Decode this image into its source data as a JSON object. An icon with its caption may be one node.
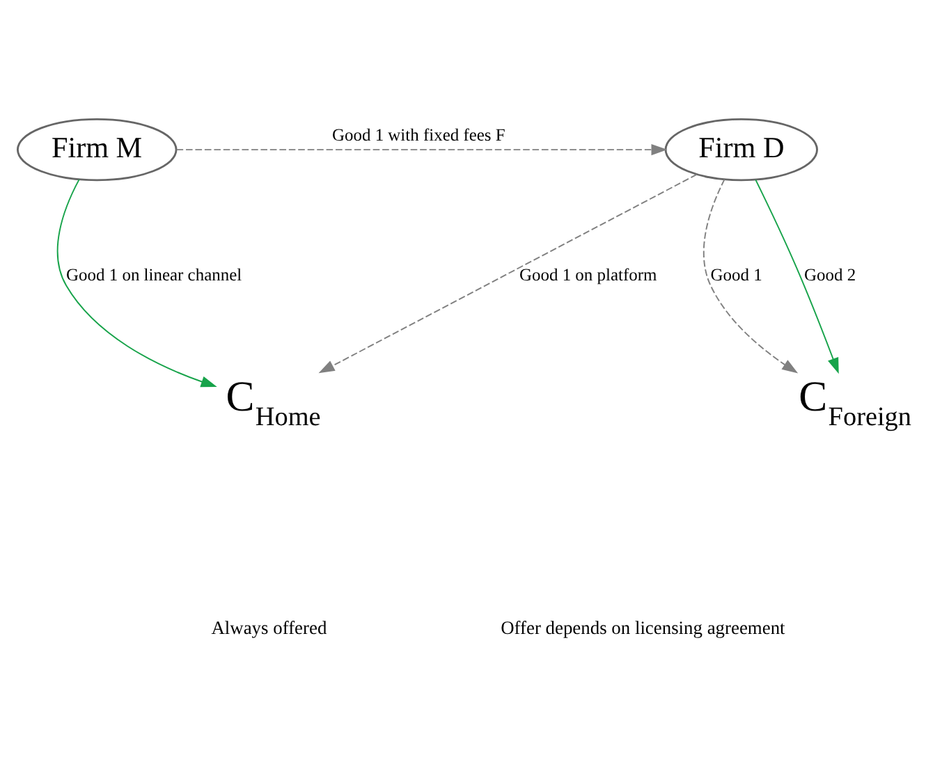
{
  "diagram": {
    "nodes": [
      {
        "text": [
          "Firm M"
        ]
      },
      {
        "text": [
          "Firm D"
        ]
      },
      {
        "text": [
          "C$_{Home}$"
        ]
      },
      {
        "text": [
          "C$_{Foreign}$"
        ]
      }
    ],
    "edges": [
      {
        "from": 0,
        "to": 1,
        "arrow": "to",
        "label": "Good 1 with fixed fees F",
        "style": "dashed",
        "color": "#808080"
      },
      {
        "from": 0,
        "to": 2,
        "arrow": "to",
        "label": "Good 1 on linear channel",
        "color": "#17a34a"
      },
      {
        "from": 1,
        "to": 2,
        "arrow": "to",
        "label": "Good 1 on platform",
        "style": "dashed",
        "color": "#808080"
      },
      {
        "from": 1,
        "to": 3,
        "arrow": "to",
        "label": "Good 1",
        "style": "dashed",
        "color": "#808080"
      },
      {
        "from": 1,
        "to": 3,
        "arrow": "to",
        "label": "Good 2",
        "color": "#17a34a"
      }
    ],
    "legend": [
      {
        "text": "Always offered"
      },
      {
        "text": "Offer depends on licensing agreement"
      }
    ]
  }
}
